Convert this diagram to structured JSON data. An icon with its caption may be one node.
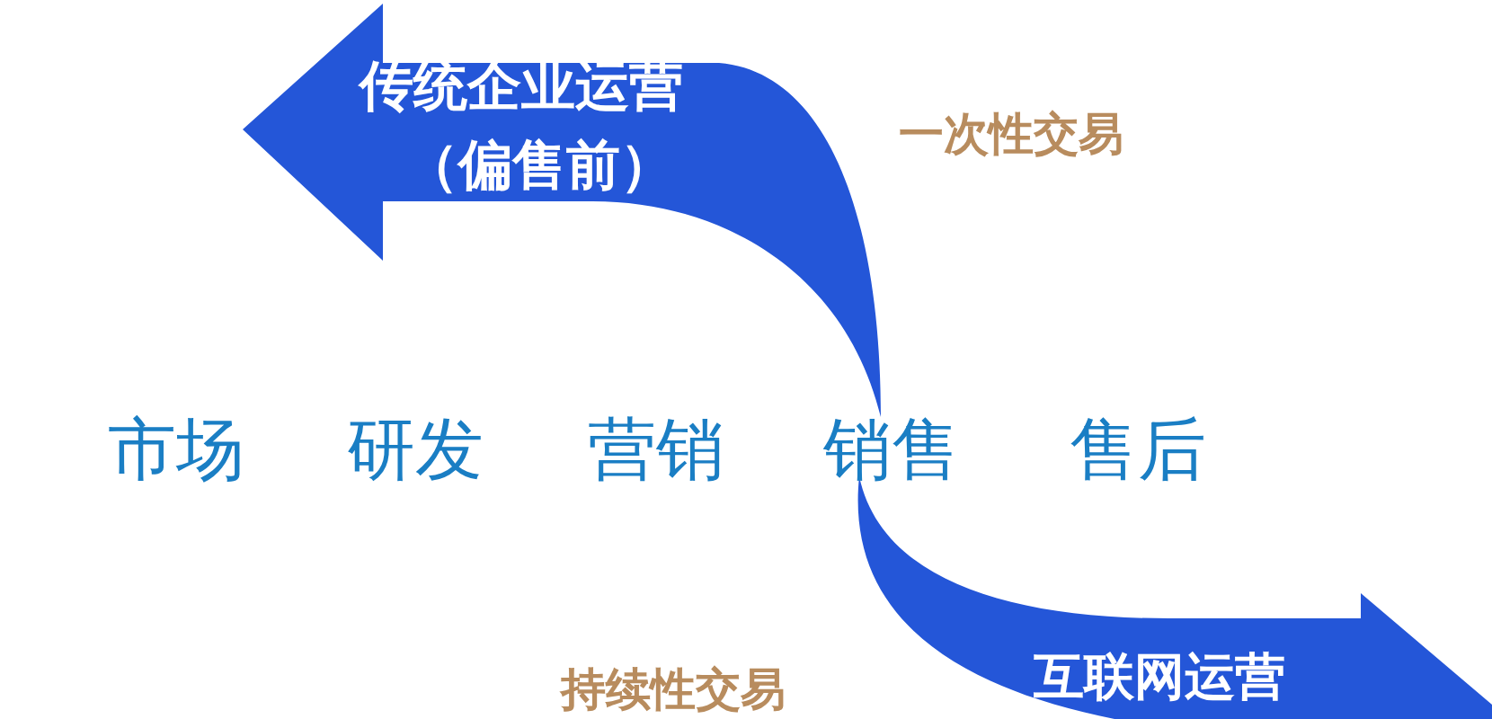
{
  "diagram": {
    "nodes": [
      {
        "text": [
          "传统企业运营",
          "（偏售前）"
        ]
      },
      {
        "text": [
          "互联网运营"
        ]
      }
    ],
    "labels": [
      "一次性交易",
      "市场",
      "研发",
      "营销",
      "销售",
      "售后",
      "持续性交易"
    ]
  }
}
